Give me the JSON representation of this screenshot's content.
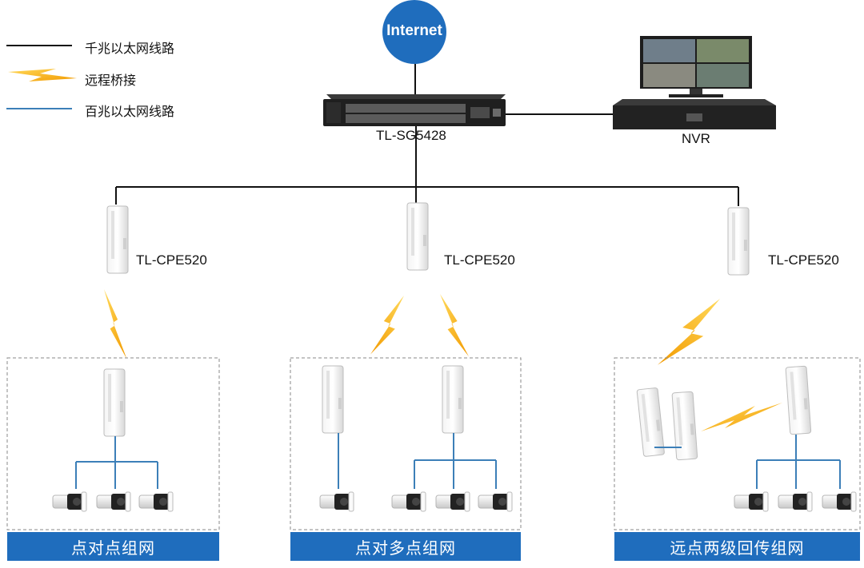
{
  "legend": {
    "gigabit_line": "千兆以太网线路",
    "remote_bridge": "远程桥接",
    "fast_ethernet_line": "百兆以太网线路"
  },
  "internet_label": "Internet",
  "switch_label": "TL-SG5428",
  "nvr_label": "NVR",
  "cpe_labels": [
    "TL-CPE520",
    "TL-CPE520",
    "TL-CPE520"
  ],
  "groups": [
    {
      "caption": "点对点组网"
    },
    {
      "caption": "点对多点组网"
    },
    {
      "caption": "远点两级回传组网"
    }
  ],
  "colors": {
    "gigabit": "#111111",
    "fast_ethernet": "#3c7fb8",
    "bridge_bolt": "#f5b400",
    "internet": "#1f6dbd",
    "caption_bg": "#1f6dbd"
  }
}
